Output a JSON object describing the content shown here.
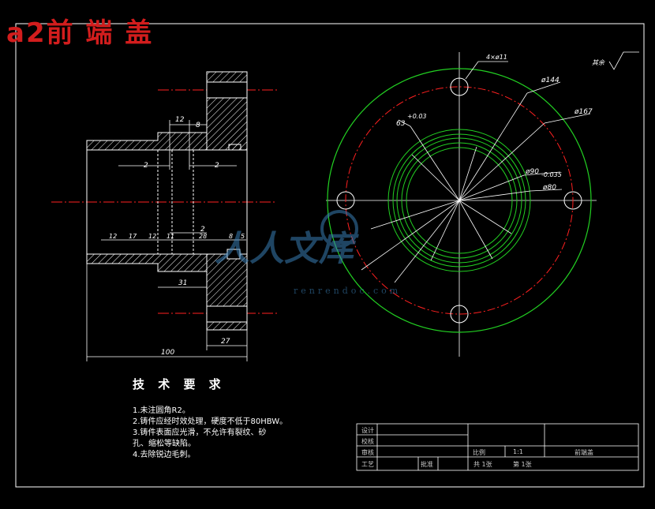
{
  "title": "a2前 端 盖",
  "tech_requirements": {
    "heading": "技 术 要 求",
    "items": [
      "1.未注圆角R2。",
      "2.铸件应经时效处理，硬度不低于80HBW。",
      "3.铸件表面应光滑，不允许有裂纹、砂",
      "  孔、缩松等缺陷。",
      "4.去除锐边毛刺。"
    ]
  },
  "title_block": {
    "design": "设计",
    "check": "校核",
    "review": "审核",
    "craft": "工艺",
    "approve": "批准",
    "scale_label": "比例",
    "scale_value": "1:1",
    "drawing_name": "前端盖",
    "sheet_total": "共  1张",
    "sheet_index": "第  1张"
  },
  "side_view_dims": {
    "d12_top": "12",
    "d8_top": "8",
    "d2_left": "2",
    "d2_right": "2",
    "d2_mid": "2",
    "d12a": "12",
    "d17": "17",
    "d12b": "12",
    "d11": "11",
    "d28": "28",
    "d8b": "8",
    "d5": "5",
    "d31": "31",
    "d100": "100",
    "d27": "27"
  },
  "front_view_dims": {
    "holes": "4×ø11",
    "d144": "ø144",
    "d167": "ø167",
    "d63": "63",
    "d63_tol": "+0.03",
    "d90": "ø90",
    "d90_tol": "-0.035",
    "d80": "ø80",
    "roughness": "其余"
  },
  "watermark": {
    "text": "人人文库",
    "url": "renrendoc.com"
  },
  "colors": {
    "outline": "#ffffff",
    "centerline": "#ff2020",
    "green": "#22d022",
    "title": "#d21d1d",
    "watermark": "#3a7fb5"
  }
}
